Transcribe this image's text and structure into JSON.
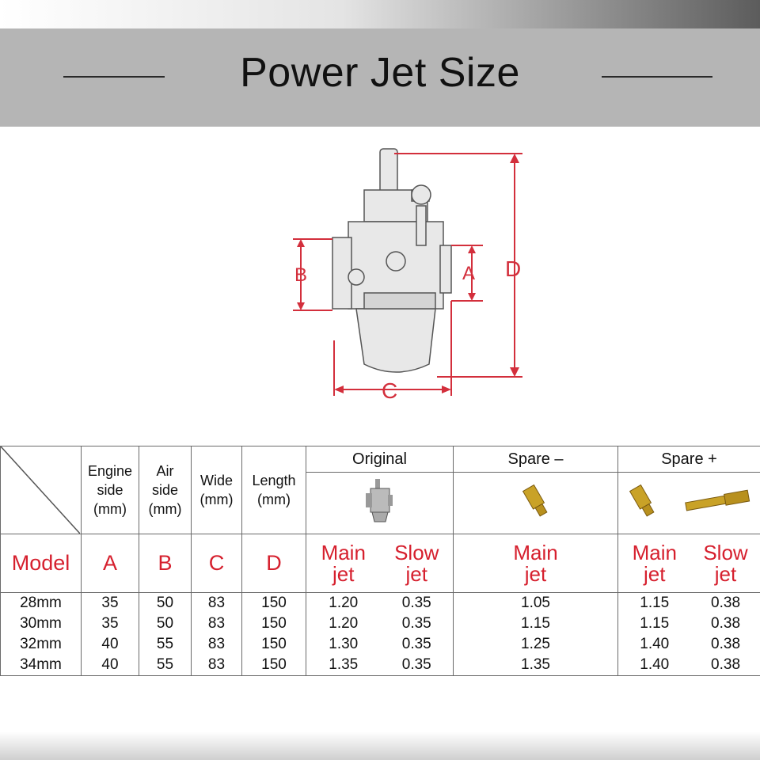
{
  "title": "Power Jet Size",
  "diagram": {
    "labels": {
      "a": "A",
      "b": "B",
      "c": "C",
      "d": "D"
    },
    "dimension_color": "#d32f3c"
  },
  "table": {
    "model_header": "Model",
    "columns": [
      {
        "top": "Engine side (mm)",
        "letter": "A"
      },
      {
        "top": "Air side (mm)",
        "letter": "B"
      },
      {
        "top": "Wide (mm)",
        "letter": "C"
      },
      {
        "top": "Length (mm)",
        "letter": "D"
      }
    ],
    "col_lines": {
      "engine": [
        "Engine",
        "side",
        "(mm)"
      ],
      "air": [
        "Air",
        "side",
        "(mm)"
      ],
      "wide": [
        "Wide",
        "(mm)"
      ],
      "length": [
        "Length",
        "(mm)"
      ]
    },
    "groups": {
      "original": "Original",
      "spare_minus": "Spare –",
      "spare_plus": "Spare +"
    },
    "sub": {
      "main_jet": [
        "Main",
        "jet"
      ],
      "slow_jet": [
        "Slow",
        "jet"
      ]
    },
    "rows": [
      {
        "model": "28mm",
        "a": "35",
        "b": "50",
        "c": "83",
        "d": "150",
        "orig_main": "1.20",
        "orig_slow": "0.35",
        "minus_main": "1.05",
        "plus_main": "1.15",
        "plus_slow": "0.38"
      },
      {
        "model": "30mm",
        "a": "35",
        "b": "50",
        "c": "83",
        "d": "150",
        "orig_main": "1.20",
        "orig_slow": "0.35",
        "minus_main": "1.15",
        "plus_main": "1.15",
        "plus_slow": "0.38"
      },
      {
        "model": "32mm",
        "a": "40",
        "b": "55",
        "c": "83",
        "d": "150",
        "orig_main": "1.30",
        "orig_slow": "0.35",
        "minus_main": "1.25",
        "plus_main": "1.40",
        "plus_slow": "0.38"
      },
      {
        "model": "34mm",
        "a": "40",
        "b": "55",
        "c": "83",
        "d": "150",
        "orig_main": "1.35",
        "orig_slow": "0.35",
        "minus_main": "1.35",
        "plus_main": "1.40",
        "plus_slow": "0.38"
      }
    ]
  },
  "colors": {
    "accent_red": "#d6202e",
    "band_gray": "#b5b5b5"
  }
}
